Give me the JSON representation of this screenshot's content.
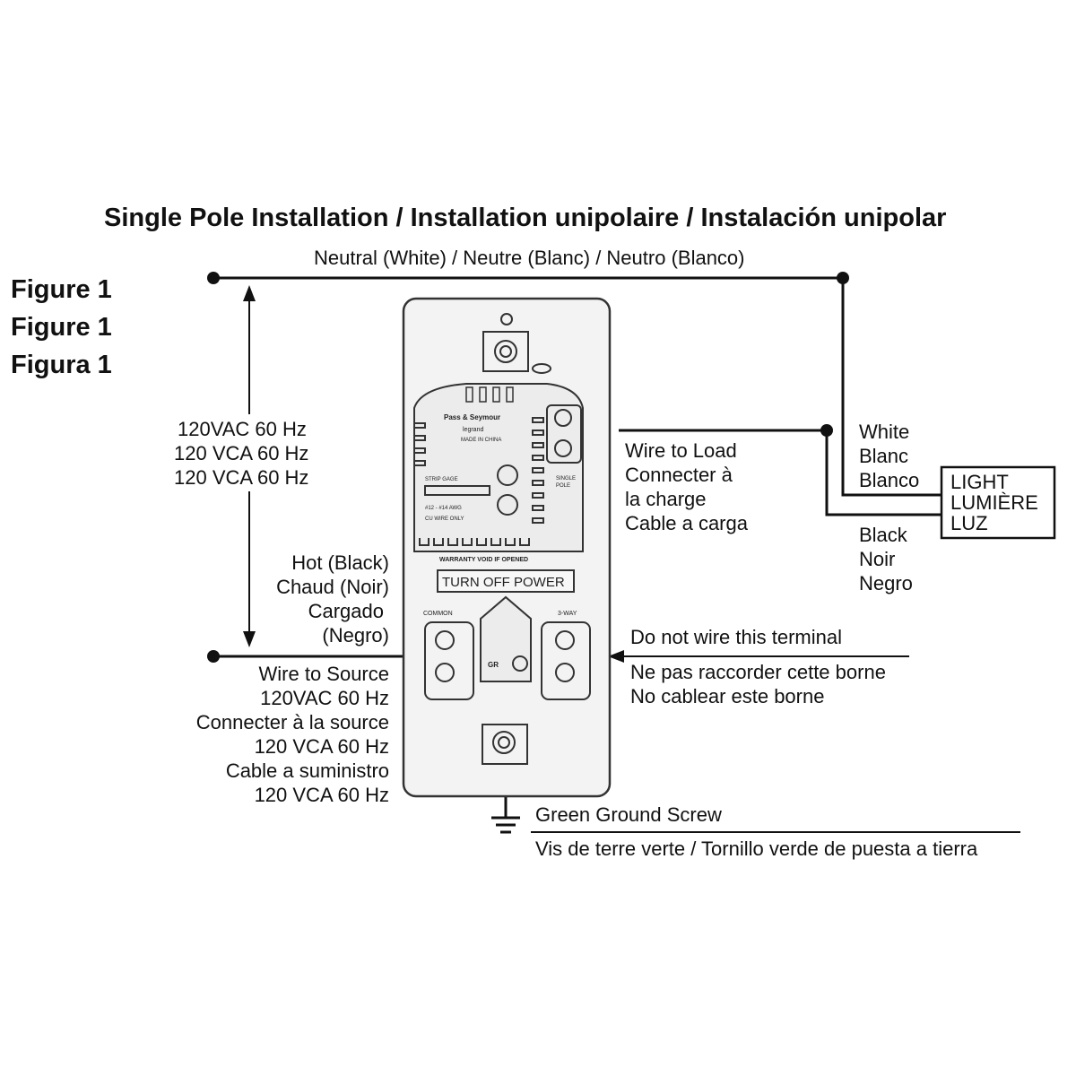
{
  "title": "Single Pole Installation / Installation unipolaire / Instalación unipolar",
  "figure_labels": [
    "Figure 1",
    "Figure 1",
    "Figura 1"
  ],
  "neutral_label": "Neutral (White) / Neutre (Blanc) / Neutro (Blanco)",
  "voltage_labels": [
    "120VAC 60 Hz",
    "120 VCA 60 Hz",
    "120 VCA 60 Hz"
  ],
  "hot_labels": [
    "Hot (Black)",
    "Chaud (Noir)",
    "Cargado",
    "(Negro)"
  ],
  "source_labels": [
    "Wire to Source",
    "120VAC 60 Hz",
    "Connecter à la source",
    "120 VCA 60 Hz",
    "Cable a suministro",
    "120 VCA 60 Hz"
  ],
  "load_labels": [
    "Wire to Load",
    "Connecter à",
    "la charge",
    "Cable a carga"
  ],
  "white_labels": [
    "White",
    "Blanc",
    "Blanco"
  ],
  "black_labels": [
    "Black",
    "Noir",
    "Negro"
  ],
  "light_labels": [
    "LIGHT",
    "LUMIÈRE",
    "LUZ"
  ],
  "no_wire_labels": [
    "Do not wire this terminal",
    "Ne pas raccorder cette borne",
    "No cablear este borne"
  ],
  "ground_labels": [
    "Green Ground Screw",
    "Vis de terre verte / Tornillo verde de puesta a tierra"
  ],
  "device": {
    "brand": "Pass & Seymour",
    "brand_sub": "legrand",
    "made_in": "MADE IN CHINA",
    "strip_gage": "STRIP GAGE",
    "wire_gauge": "#12 - #14 AWG",
    "wire_type": "CU WIRE ONLY",
    "single_pole": [
      "SINGLE",
      "POLE"
    ],
    "warranty": "WARRANTY VOID IF OPENED",
    "turn_off_power": "TURN OFF POWER",
    "common": "COMMON",
    "three_way": "3-WAY",
    "ground_mark": "GR"
  }
}
